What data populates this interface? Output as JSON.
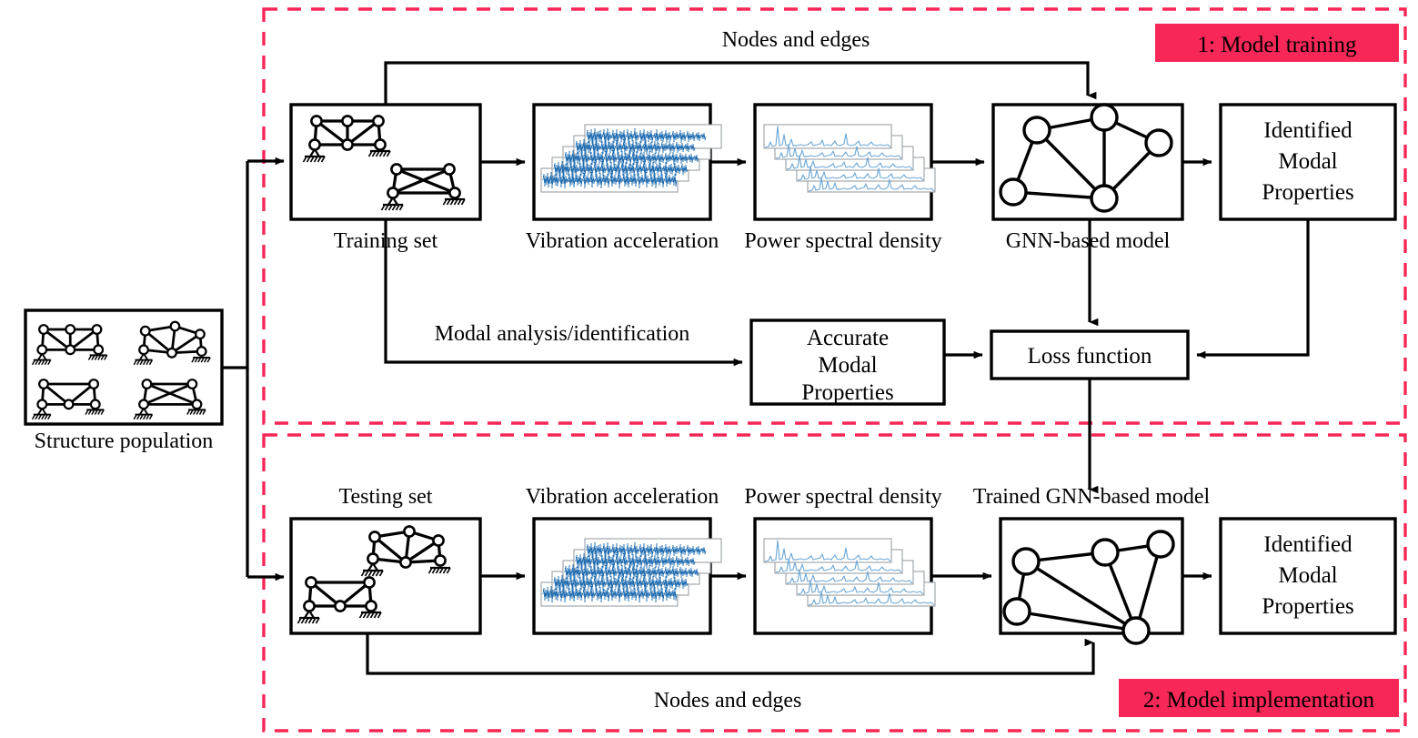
{
  "figure": {
    "type": "flowchart-diagram",
    "title": "GNN-based modal identification workflow",
    "colors": {
      "accent_pink": "#F72757",
      "stroke_black": "#000000",
      "signal_blue_dark": "#2470B3",
      "signal_blue_light": "#6FA8D6",
      "panel_border_gray": "#9AA0A6",
      "background": "#FFFFFF"
    }
  },
  "sections": [
    {
      "id": "section-1",
      "badge_label": "1: Model training",
      "badge_bg": "#F72757"
    },
    {
      "id": "section-2",
      "badge_label": "2: Model implementation",
      "badge_bg": "#F72757"
    }
  ],
  "left": {
    "population_label": "Structure population",
    "population_trusses": 4
  },
  "stage1": {
    "feedback_label": "Nodes and edges",
    "modal_analysis_label": "Modal analysis/identification",
    "boxes": [
      {
        "id": "training-set",
        "label": "Training set",
        "label_position": "below",
        "content": "truss-structures"
      },
      {
        "id": "vibration-acceleration",
        "label": "Vibration acceleration",
        "label_position": "below",
        "content": "time-series-stack"
      },
      {
        "id": "power-spectral-density",
        "label": "Power spectral density",
        "label_position": "below",
        "content": "psd-stack"
      },
      {
        "id": "gnn-based-model",
        "label": "GNN-based model",
        "label_position": "below",
        "content": "graph-network"
      }
    ],
    "identified_modal_properties": [
      "Identified",
      "Modal",
      "Properties"
    ],
    "accurate_modal_properties": [
      "Accurate",
      "Modal",
      "Properties"
    ],
    "loss_function": "Loss function"
  },
  "stage2": {
    "feedback_label": "Nodes and edges",
    "boxes": [
      {
        "id": "testing-set",
        "label": "Testing set",
        "label_position": "above",
        "content": "truss-structures"
      },
      {
        "id": "vibration-acceleration-2",
        "label": "Vibration acceleration",
        "label_position": "above",
        "content": "time-series-stack"
      },
      {
        "id": "power-spectral-density-2",
        "label": "Power spectral density",
        "label_position": "above",
        "content": "psd-stack"
      },
      {
        "id": "trained-gnn-based-model",
        "label": "Trained GNN-based model",
        "label_position": "above",
        "content": "graph-network"
      }
    ],
    "identified_modal_properties": [
      "Identified",
      "Modal",
      "Properties"
    ]
  }
}
